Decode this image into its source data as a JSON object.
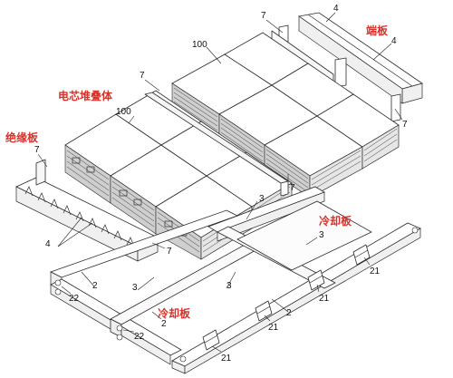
{
  "labels": {
    "end_plate": "端板",
    "cell_stack": "电芯堆叠体",
    "insulation_plate": "绝缘板",
    "cooling_plate_right": "冷却板",
    "cooling_plate_left": "冷却板"
  },
  "refs": {
    "r7_top": "7",
    "r4_top": "4",
    "r4_right": "4",
    "r100_back": "100",
    "r7_mid": "7",
    "r100_front": "100",
    "r7_left": "7",
    "r7_right": "7",
    "r7_stackright": "7",
    "r4_left": "4",
    "r7_insul": "7",
    "r3_a": "3",
    "r3_b": "3",
    "r3_c": "3",
    "r3_d": "3",
    "r2_a": "2",
    "r2_b": "2",
    "r2_c": "2",
    "r22_a": "22",
    "r22_b": "22",
    "r21_a": "21",
    "r21_b": "21",
    "r21_c": "21",
    "r21_d": "21"
  }
}
